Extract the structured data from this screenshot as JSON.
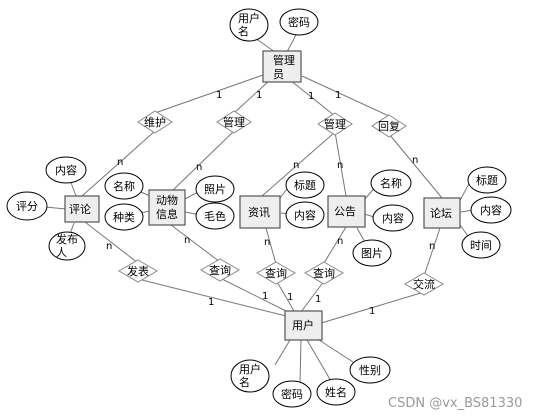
{
  "entities": {
    "admin": "管理员",
    "comment": "评论",
    "animal": "动物信息",
    "news": "资讯",
    "notice": "公告",
    "forum": "论坛",
    "user": "用户"
  },
  "relationships": {
    "maintain": "维护",
    "manage_animal": "管理",
    "manage_info": "管理",
    "reply": "回复",
    "publish": "发表",
    "query_animal": "查询",
    "query_news": "查询",
    "query_notice": "查询",
    "communicate": "交流"
  },
  "attributes": {
    "admin_username": "用户名",
    "admin_password": "密码",
    "comment_content": "内容",
    "comment_rating": "评分",
    "comment_publisher": "发布人",
    "animal_name": "名称",
    "animal_kind": "种类",
    "animal_photo": "照片",
    "animal_fur": "毛色",
    "news_title": "标题",
    "news_content": "内容",
    "notice_name": "名称",
    "notice_content": "内容",
    "notice_image": "图片",
    "forum_title": "标题",
    "forum_content": "内容",
    "forum_time": "时间",
    "user_username": "用户名",
    "user_password": "密码",
    "user_name": "姓名",
    "user_gender": "性别"
  },
  "cardinality": {
    "maintain_admin": "1",
    "maintain_comment": "n",
    "manage_animal_admin": "1",
    "manage_animal_animal": "n",
    "manage_info_admin": "1",
    "manage_info_news": "n",
    "manage_info_notice": "n",
    "reply_admin": "1",
    "reply_forum": "n",
    "publish_comment": "n",
    "publish_user": "1",
    "query_animal_animal": "n",
    "query_animal_user": "1",
    "query_news_news": "n",
    "query_news_user": "1",
    "query_notice_notice": "n",
    "query_notice_user": "1",
    "communicate_forum": "n",
    "communicate_user": "1"
  },
  "watermark": "CSDN @vx_BS81330"
}
